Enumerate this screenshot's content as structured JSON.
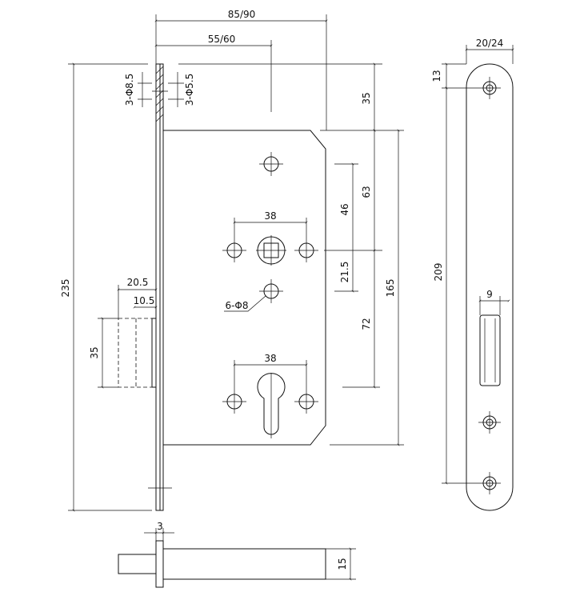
{
  "dimensions": {
    "backset_total": "85/90",
    "backset": "55/60",
    "upper_offset": "35",
    "overall_height": "235",
    "forend_width": "20/24",
    "forend_top": "13",
    "forend_length": "209",
    "slot_width": "9",
    "mount_hole_large": "3-Φ8.5",
    "mount_hole_small": "3-Φ5.5",
    "spindle_to_top": "63",
    "spindle_to_cyl_top": "46",
    "spindle_to_hole": "21.5",
    "case_height": "165",
    "spindle_to_cylinder": "72",
    "handle_hole_pitch": "38",
    "cylinder_hole_pitch": "38",
    "fixing_holes": "6-Φ8",
    "latch_throw": "20.5",
    "latch_offset": "10.5",
    "latch_height": "35",
    "faceplate_thickness": "3",
    "body_thickness": "15"
  }
}
